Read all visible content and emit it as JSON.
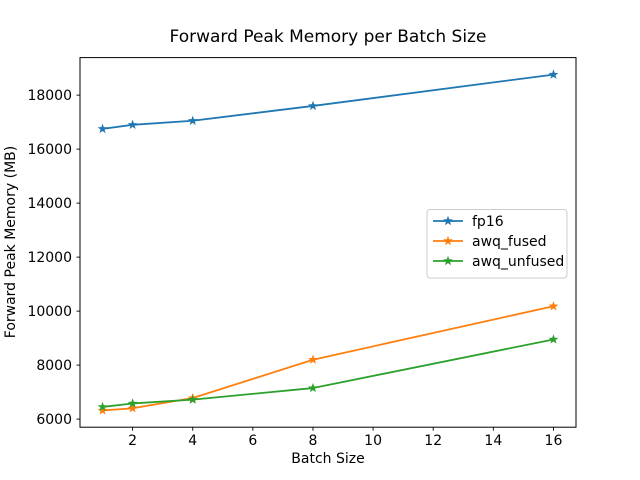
{
  "chart_data": {
    "type": "line",
    "title": "Forward Peak Memory per Batch Size",
    "xlabel": "Batch Size",
    "ylabel": "Forward Peak Memory (MB)",
    "x": [
      1,
      2,
      4,
      8,
      16
    ],
    "series": [
      {
        "name": "fp16",
        "color": "#1f77b4",
        "marker": "star",
        "values": [
          16750,
          16900,
          17050,
          17600,
          18760
        ]
      },
      {
        "name": "awq_fused",
        "color": "#ff7f0e",
        "marker": "star",
        "values": [
          6320,
          6400,
          6780,
          8200,
          10180
        ]
      },
      {
        "name": "awq_unfused",
        "color": "#2ca02c",
        "marker": "star",
        "values": [
          6450,
          6580,
          6720,
          7150,
          8950
        ]
      }
    ],
    "xticks": [
      2,
      4,
      6,
      8,
      10,
      12,
      14,
      16
    ],
    "yticks": [
      6000,
      8000,
      10000,
      12000,
      14000,
      16000,
      18000
    ],
    "xlim": [
      0.25,
      16.75
    ],
    "ylim": [
      5700,
      19390
    ],
    "grid": false,
    "legend": {
      "position": "center-right",
      "entries": [
        "fp16",
        "awq_fused",
        "awq_unfused"
      ]
    },
    "axis_color": "#000000",
    "tick_label_color": "#000000",
    "legend_edge_color": "#cccccc",
    "legend_face_color": "#ffffff",
    "background": "#ffffff"
  }
}
